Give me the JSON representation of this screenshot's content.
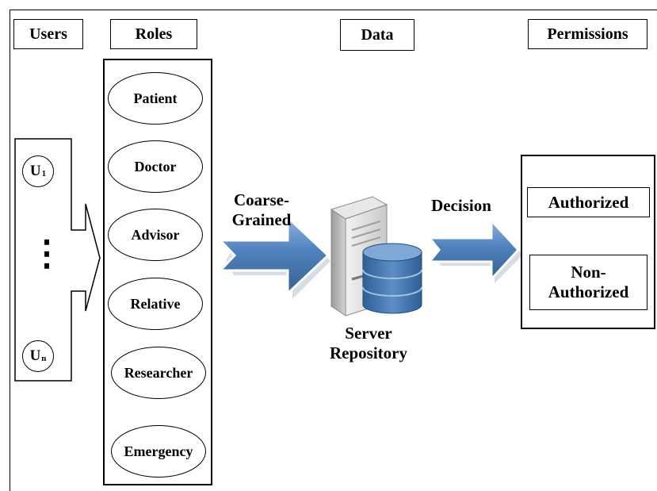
{
  "headers": {
    "users": "Users",
    "roles": "Roles",
    "data": "Data",
    "permissions": "Permissions"
  },
  "users": [
    {
      "letter": "U",
      "sub": "1"
    },
    {
      "letter": "U",
      "sub": "n"
    }
  ],
  "ellipsis": "⋮",
  "roles": [
    "Patient",
    "Doctor",
    "Advisor",
    "Relative",
    "Researcher",
    "Emergency"
  ],
  "arrows": {
    "coarse_line1": "Coarse-",
    "coarse_line2": "Grained",
    "decision": "Decision"
  },
  "server": {
    "line1": "Server",
    "line2": "Repository"
  },
  "permissions": {
    "authorized": "Authorized",
    "non_line1": "Non-",
    "non_line2": "Authorized"
  },
  "colors": {
    "arrow_fill": "#4f81bd",
    "arrow_light": "#8fb3de",
    "db_blue": "#3b6fa8"
  }
}
